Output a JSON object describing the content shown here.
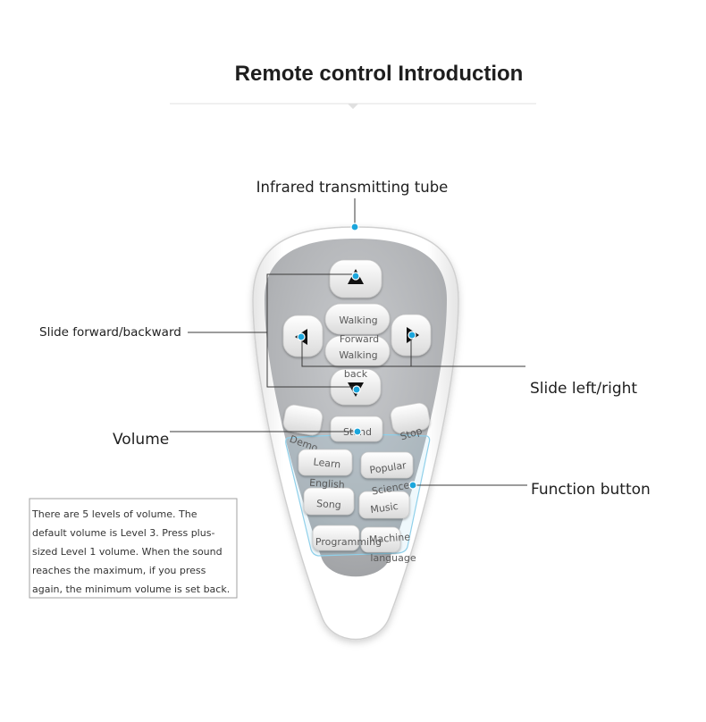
{
  "title": "Remote control Introduction",
  "annotations": {
    "infrared_tube": "Infrared transmitting tube",
    "slide_forward_backward": "Slide forward/backward",
    "slide_left_right": "Slide left/right",
    "volume": "Volume",
    "function_button": "Function button"
  },
  "volume_note": {
    "lines": [
      "There are 5 levels of volume. The",
      "default volume is Level 3. Press plus-",
      "sized Level 1 volume. When the sound",
      "reaches the maximum, if you press",
      "again, the minimum volume is set back."
    ]
  },
  "remote_buttons": {
    "walking_forward": [
      "Walking",
      "Forward"
    ],
    "walking_back": [
      "Walking",
      "back"
    ],
    "demo": "Demo",
    "stand": "Stand",
    "stop": "Stop",
    "learn_english": [
      "Learn",
      "English"
    ],
    "popular_science": [
      "Popular",
      "Science"
    ],
    "song": "Song",
    "music": "Music",
    "programming": "Programming",
    "machine_language": [
      "Machine",
      "language"
    ]
  },
  "icons": [
    "up-arrow-icon",
    "left-arrow-icon",
    "right-arrow-icon",
    "down-arrow-icon"
  ],
  "colors": {
    "indicator_dot": "#1ba6dc",
    "function_area_outline": "#8fd0ea",
    "remote_panel": "#b3b5b8"
  }
}
